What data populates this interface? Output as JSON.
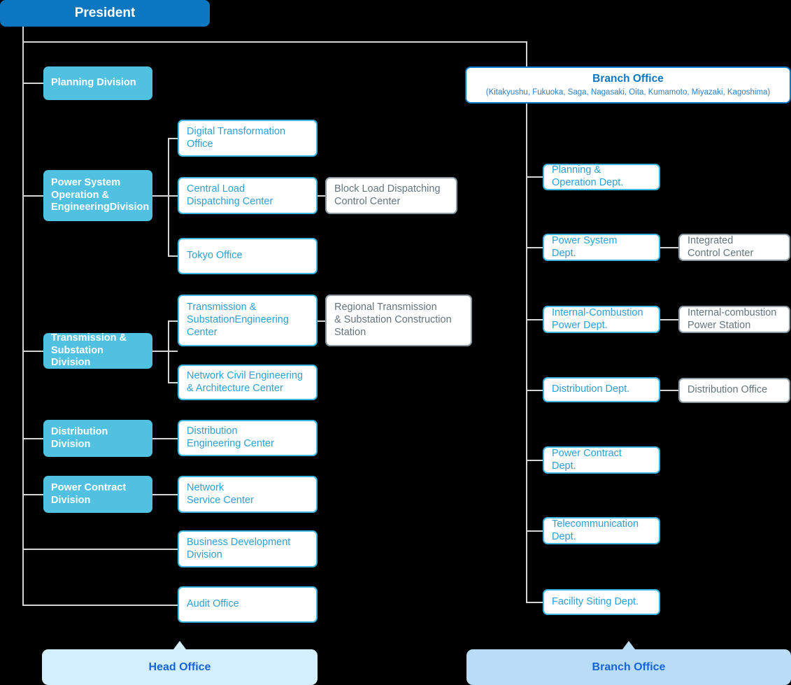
{
  "colors": {
    "background": "#000000",
    "president_fill": "#0a77c0",
    "division_fill": "#51c1e2",
    "unit_border": "#3fb6e0",
    "unit_text": "#2f9fd4",
    "subunit_border": "#8b9aa2",
    "subunit_text": "#66757d",
    "line": "#d4d4d4",
    "legend_head_fill": "#d3effd",
    "legend_branch_fill": "#b9ddf7",
    "legend_text": "#1565d8"
  },
  "president": {
    "label": "President"
  },
  "head_office": {
    "divisions": [
      {
        "label": "Planning Division"
      },
      {
        "label": "Power System\nOperation &\nEngineeringDivision"
      },
      {
        "label": "Transmission &\nSubstation Division"
      },
      {
        "label": "Distribution\nDivision"
      },
      {
        "label": "Power Contract\nDivision"
      }
    ],
    "units": [
      {
        "label": "Digital Transformation\nOffice"
      },
      {
        "label": "Central Load\nDispatching Center"
      },
      {
        "label": "Tokyo Office"
      },
      {
        "label": "Transmission &\nSubstationEngineering\nCenter"
      },
      {
        "label": "Network Civil Engineering\n& Architecture Center"
      },
      {
        "label": "Distribution\nEngineering Center"
      },
      {
        "label": "Network\nService Center"
      },
      {
        "label": "Business Development\nDivision"
      },
      {
        "label": "Audit Office"
      }
    ],
    "subunits": [
      {
        "label": "Block Load Dispatching\nControl Center"
      },
      {
        "label": "Regional Transmission\n& Substation Construction\nStation"
      }
    ]
  },
  "branch_office": {
    "title": "Branch Office",
    "locations": "(Kitakyushu, Fukuoka, Saga, Nagasaki, Oita, Kumamoto, Miyazaki, Kagoshima)",
    "departments": [
      {
        "label": "Planning &\nOperation Dept."
      },
      {
        "label": "Power System\nDept."
      },
      {
        "label": "Internal-Combustion\nPower Dept."
      },
      {
        "label": "Distribution Dept."
      },
      {
        "label": "Power Contract\nDept."
      },
      {
        "label": "Telecommunication\nDept."
      },
      {
        "label": "Facility Siting Dept."
      }
    ],
    "subunits": [
      {
        "label": "Integrated\nControl Center"
      },
      {
        "label": "Internal-combustion\nPower Station"
      },
      {
        "label": "Distribution Office"
      }
    ]
  },
  "legend": {
    "head_office": "Head Office",
    "branch_office": "Branch Office"
  }
}
